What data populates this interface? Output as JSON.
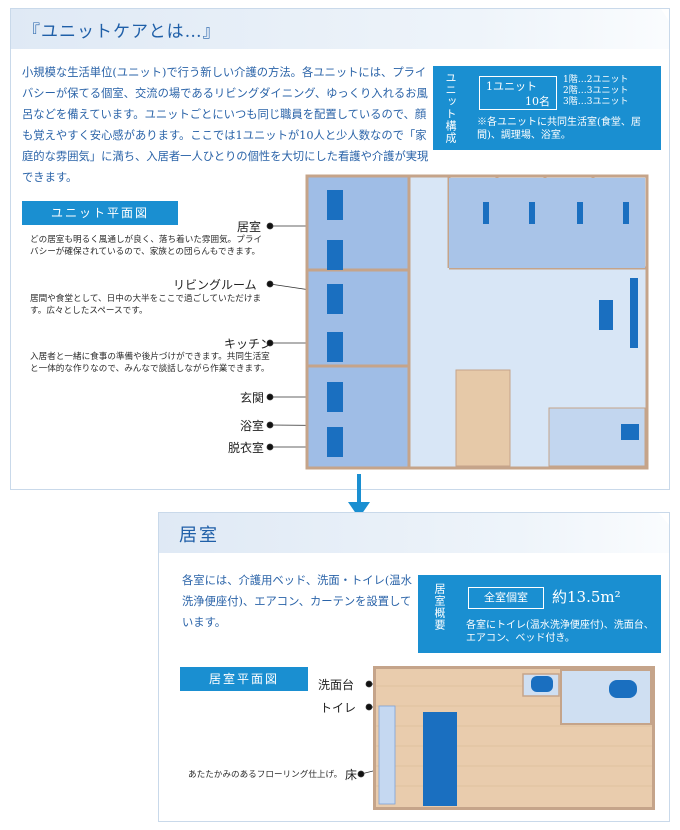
{
  "section1": {
    "title": "『ユニットケアとは…』",
    "intro": "小規模な生活単位(ユニット)で行う新しい介護の方法。各ユニットには、プライバシーが保てる個室、交流の場であるリビングダイニング、ゆっくり入れるお風呂などを備えています。ユニットごとにいつも同じ職員を配置しているので、顔も覚えやすく安心感があります。ここでは1ユニットが10人と少人数なので「家庭的な雰囲気」に満ち、入居者一人ひとりの個性を大切にした看護や介護が実現できます。",
    "unit_box": {
      "heading": "ユニット構成",
      "unit_line1": "1ユニット",
      "unit_line2": "10名",
      "floor1": "1階…2ユニット",
      "floor2": "2階…3ユニット",
      "floor3": "3階…3ユニット",
      "note": "※各ユニットに共同生活室(食堂、居間)、調理場、浴室。"
    },
    "plan_pill": "ユニット平面図",
    "labels": {
      "room": "居室",
      "living": "リビングルーム",
      "kitchen": "キッチン",
      "entrance": "玄関",
      "bath": "浴室",
      "dressing": "脱衣室"
    },
    "descs": {
      "room": "どの居室も明るく風通しが良く、落ち着いた雰囲気。プライバシーが確保されているので、家族との団らんもできます。",
      "living": "居間や食堂として、日中の大半をここで過ごしていただけます。広々としたスペースです。",
      "kitchen": "入居者と一緒に食事の準備や後片づけができます。共同生活室と一体的な作りなので、みんなで談話しながら作業できます。"
    }
  },
  "section2": {
    "title": "居室",
    "desc": "各室には、介護用ベッド、洗面・トイレ(温水洗浄便座付)、エアコン、カーテンを設置しています。",
    "room_box": {
      "heading": "居室概要",
      "type": "全室個室",
      "size": "約13.5m²",
      "note": "各室にトイレ(温水洗浄便座付)、洗面台、エアコン、ベッド付き。"
    },
    "plan_pill": "居室平面図",
    "labels": {
      "sink": "洗面台",
      "toilet": "トイレ",
      "floor_note": "あたたかみのあるフローリング仕上げ。",
      "floor": "床"
    }
  },
  "colors": {
    "accent": "#1a8fd1",
    "title": "#1f5fa8",
    "room_fill": "#a9c4e8",
    "wall": "#c5a48a"
  }
}
